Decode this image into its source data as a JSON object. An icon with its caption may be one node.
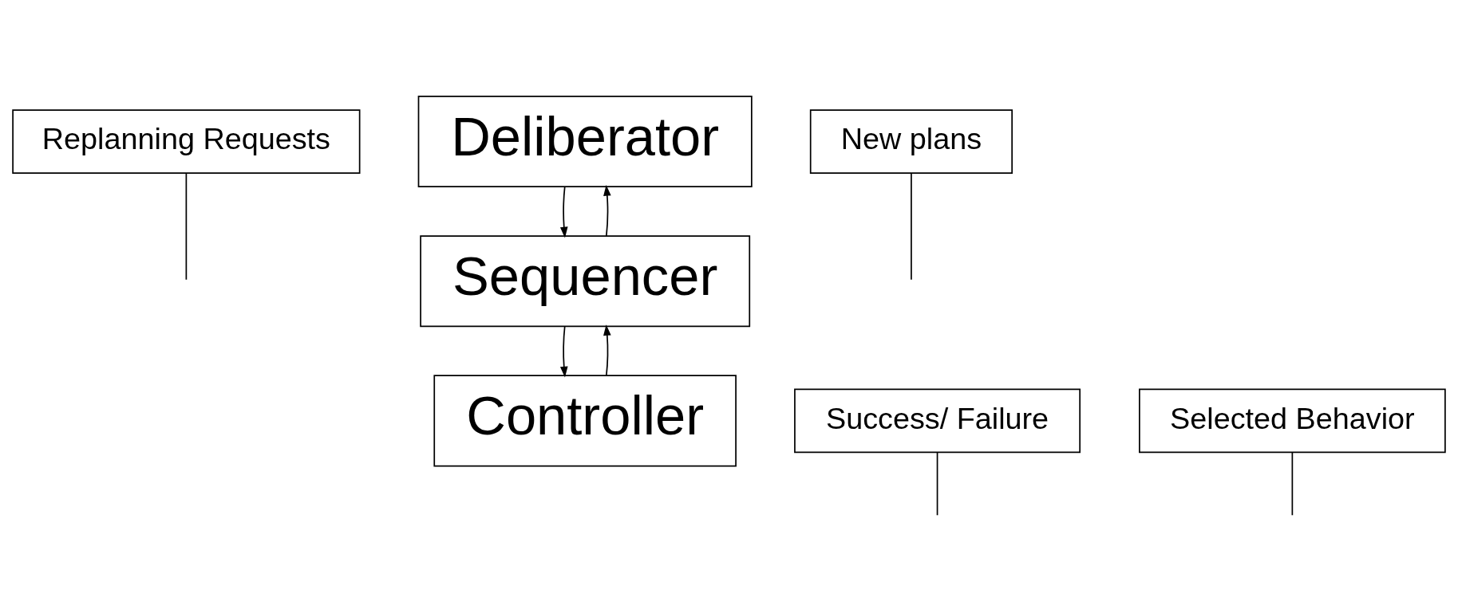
{
  "diagram": {
    "nodes": [
      {
        "text": [
          "Deliberator"
        ]
      },
      {
        "text": [
          "Sequencer"
        ]
      },
      {
        "text": [
          "Controller"
        ]
      },
      {
        "text": [
          "Replanning Requests"
        ]
      },
      {
        "text": [
          "New plans"
        ]
      },
      {
        "text": [
          "Success/ Failure"
        ]
      },
      {
        "text": [
          "Selected Behavior"
        ]
      }
    ],
    "edges": [
      {
        "from": 1,
        "to": 0,
        "arrow": "to"
      },
      {
        "from": 0,
        "to": 1,
        "arrow": "to"
      },
      {
        "from": 2,
        "to": 1,
        "arrow": "to"
      },
      {
        "from": 1,
        "to": 2,
        "arrow": "to"
      },
      {
        "from": 3,
        "to": null,
        "arrow": "none"
      },
      {
        "from": 4,
        "to": null,
        "arrow": "none"
      },
      {
        "from": 5,
        "to": null,
        "arrow": "none"
      },
      {
        "from": 6,
        "to": null,
        "arrow": "none"
      }
    ]
  }
}
